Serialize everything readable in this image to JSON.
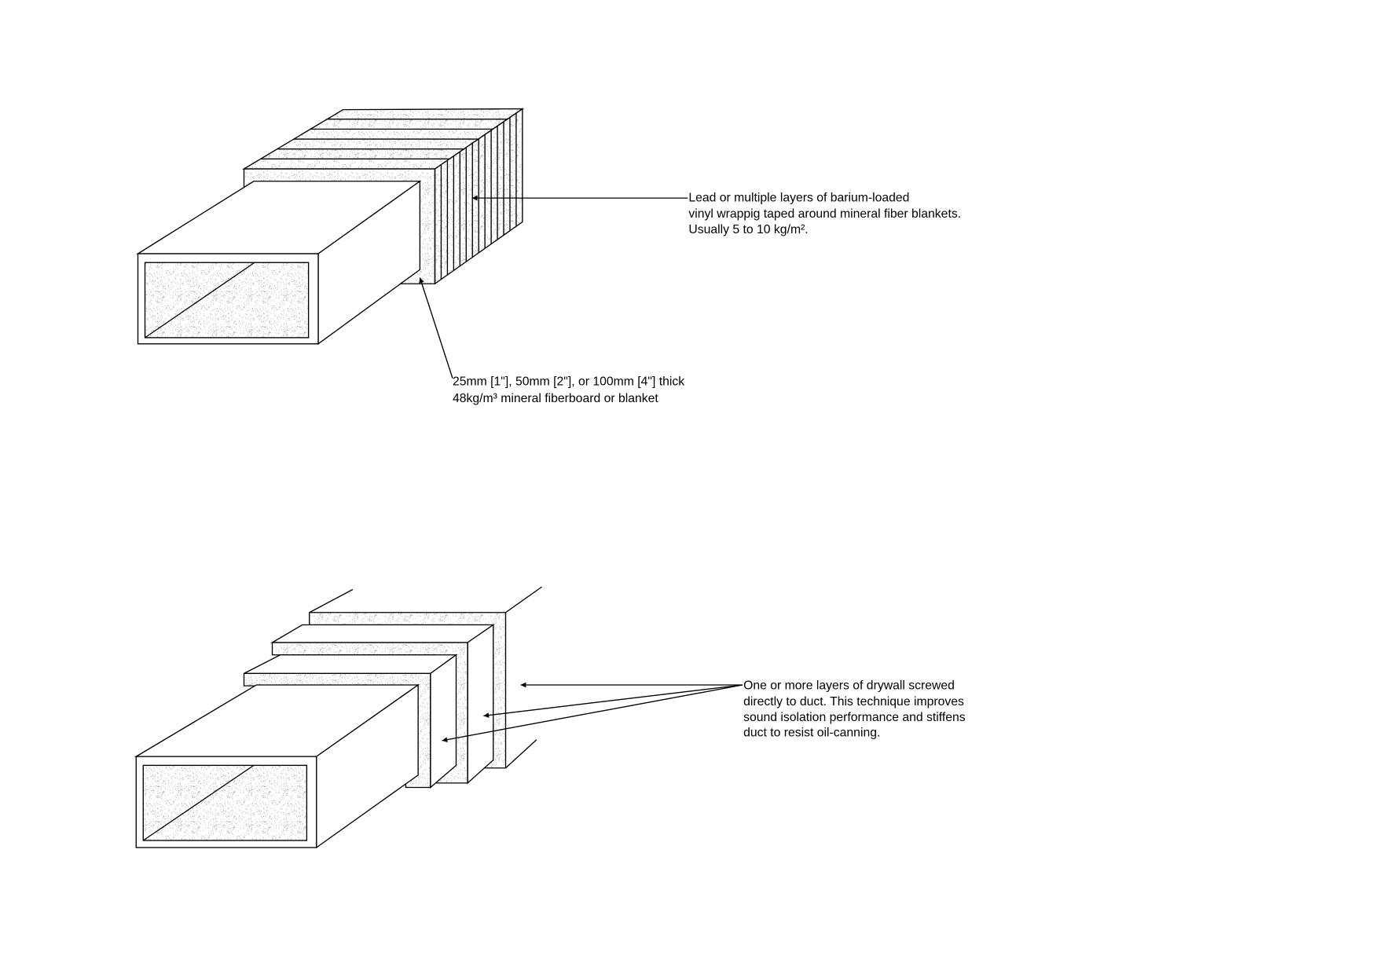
{
  "diagrams": {
    "wrapped_duct": {
      "label_wrap": [
        "Lead or multiple layers of barium-loaded",
        "vinyl wrappig taped around mineral fiber blankets.",
        "Usually 5 to 10 kg/m²."
      ],
      "label_board": [
        "25mm [1\"], 50mm [2\"], or 100mm [4\"] thick",
        "48kg/m³ mineral fiberboard or blanket"
      ]
    },
    "drywall_duct": {
      "label_drywall": [
        "One or more layers of drywall screwed",
        "directly to duct. This technique improves",
        "sound isolation performance and stiffens",
        "duct to resist oil-canning."
      ]
    }
  },
  "colors": {
    "line": "#000000",
    "stipple": "#9a9a9a",
    "background": "#ffffff"
  }
}
